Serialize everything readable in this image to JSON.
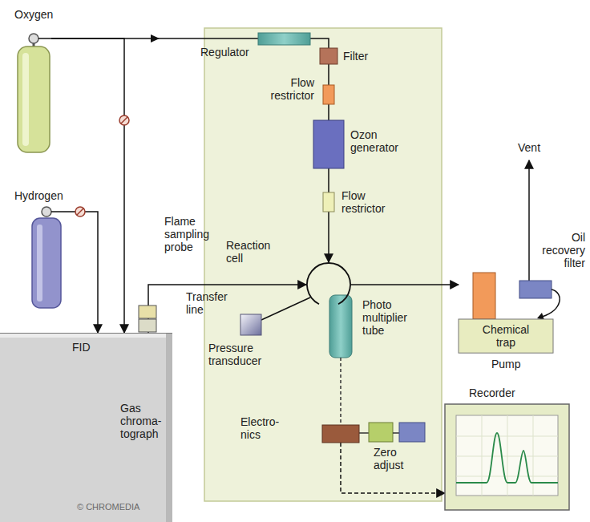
{
  "diagram": {
    "nodes": [
      {
        "text": [
          "Oxygen"
        ]
      },
      {
        "text": [
          "Hydrogen"
        ]
      },
      {
        "text": [
          "FID",
          "Gas chroma- tograph"
        ]
      },
      {
        "text": [
          "Reaction cell"
        ]
      },
      {
        "text": [
          "Chemical trap"
        ]
      },
      {
        "text": [
          "Electro- nics"
        ]
      },
      {
        "text": [
          "Recorder"
        ]
      }
    ],
    "edges": [
      {
        "from": 0,
        "to": 2,
        "arrow": "to"
      },
      {
        "from": 0,
        "to": 3,
        "arrow": "to"
      },
      {
        "from": 1,
        "to": 2,
        "arrow": "to"
      },
      {
        "from": 2,
        "to": 3,
        "arrow": "to"
      },
      {
        "from": 3,
        "to": 4,
        "arrow": "to"
      },
      {
        "from": 5,
        "to": 6,
        "arrow": "to"
      }
    ],
    "labels": [
      "Regulator",
      "Filter",
      "Flow restrictor",
      "Ozon generator",
      "Flow restrictor",
      "Vent",
      "Oil recovery filter",
      "Flame sampling probe",
      "Transfer line",
      "Pump",
      "Pressure transducer",
      "Photo multiplier tube",
      "Zero adjust",
      "© CHROMEDIA"
    ]
  }
}
